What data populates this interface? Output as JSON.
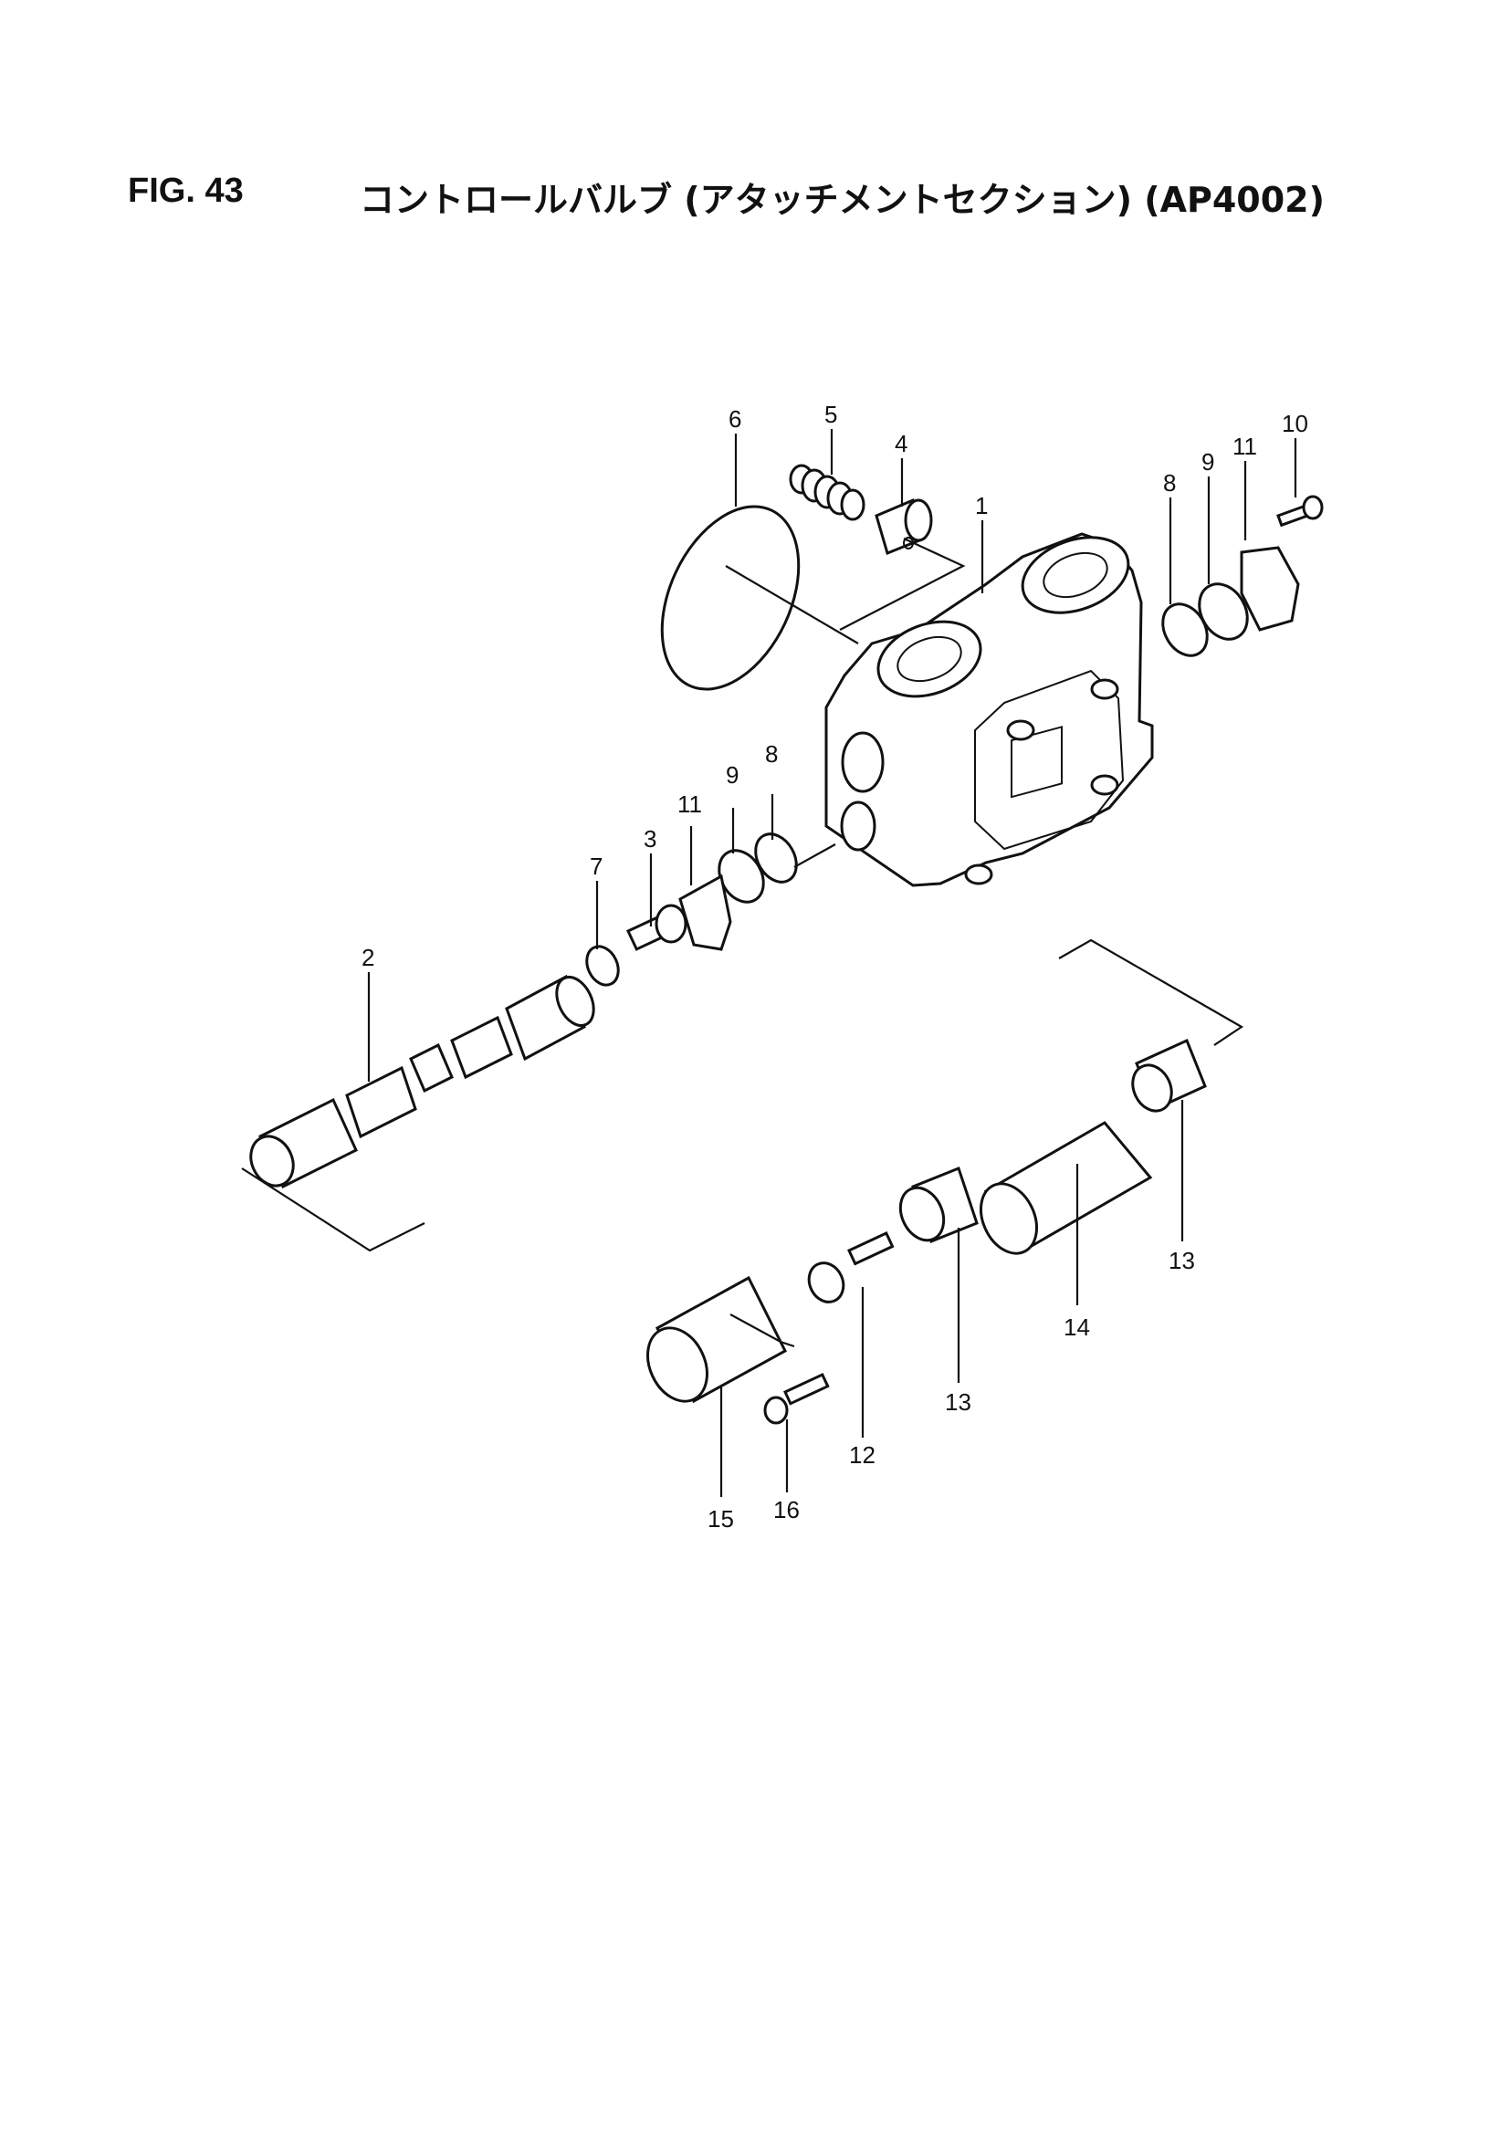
{
  "figure": {
    "number": "FIG. 43",
    "title": "コントロールバルブ (アタッチメントセクション) (AP4002)"
  },
  "diagram": {
    "callouts": [
      "1",
      "2",
      "3",
      "4",
      "5",
      "6",
      "7",
      "8",
      "9",
      "10",
      "11",
      "8",
      "9",
      "11",
      "12",
      "13",
      "13",
      "14",
      "15",
      "16"
    ]
  }
}
